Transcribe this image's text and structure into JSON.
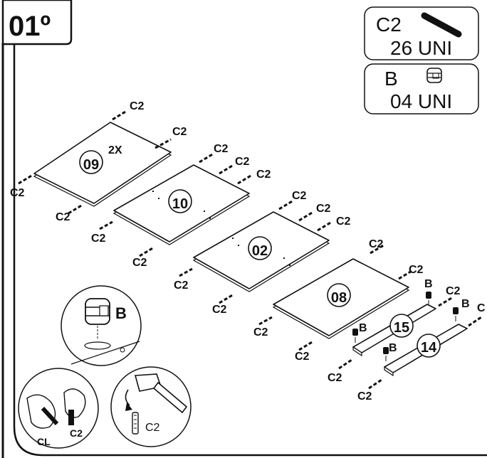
{
  "step": {
    "number": "01º"
  },
  "parts_list": [
    {
      "code": "C2",
      "quantity": "26 UNI",
      "icon": "dowel-icon"
    },
    {
      "code": "B",
      "quantity": "04 UNI",
      "icon": "cam-lock-icon"
    }
  ],
  "panels": [
    {
      "id": "09",
      "multiplier": "2X",
      "dowel_label": "C2"
    },
    {
      "id": "10",
      "dowel_label": "C2"
    },
    {
      "id": "02",
      "dowel_label": "C2"
    },
    {
      "id": "08",
      "dowel_label": "C2"
    },
    {
      "id": "15",
      "fitting_label": "B",
      "dowel_label": "C2"
    },
    {
      "id": "14",
      "fitting_label": "B",
      "dowel_label": "C2"
    }
  ],
  "details": {
    "cam_lock_label": "B",
    "glue_label": "CL",
    "dowel_label": "C2",
    "hammer_dowel_label": "C2",
    "edge_label": "C"
  },
  "colors": {
    "ink": "#111111",
    "paper": "#ffffff"
  }
}
